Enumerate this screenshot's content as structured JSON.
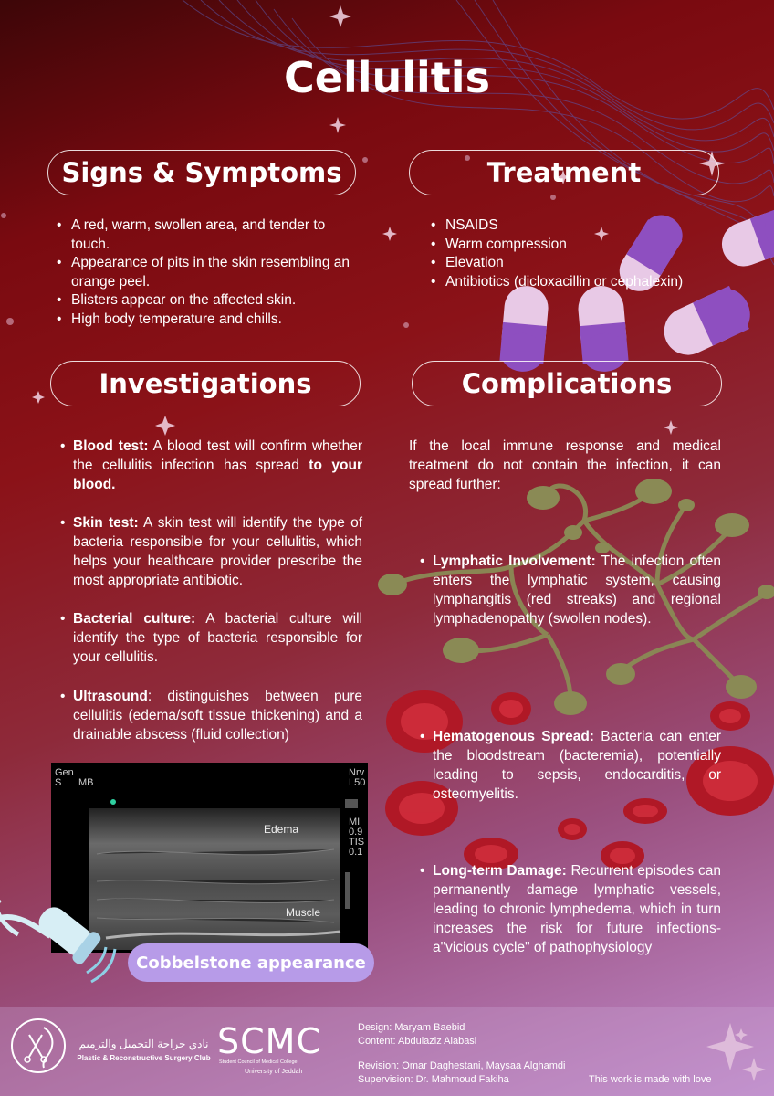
{
  "title": "Cellulitis",
  "signs": {
    "heading": "Signs & Symptoms",
    "items": [
      "A red, warm, swollen area, and tender to touch.",
      "Appearance of pits in the skin resembling an orange peel.",
      "Blisters appear on the affected skin.",
      "High body temperature and chills."
    ]
  },
  "treatment": {
    "heading": "Treatment",
    "items": [
      "NSAIDS",
      "Warm compression",
      "Elevation",
      "Antibiotics (dicloxacillin or cephalexin)"
    ]
  },
  "investigations": {
    "heading": "Investigations",
    "items": [
      {
        "label": "Blood test:",
        "text": " A blood test will confirm whether the cellulitis infection has spread ",
        "tail": "to your blood."
      },
      {
        "label": "Skin test:",
        "text": " A skin test will identify the type of bacteria responsible for your cellulitis, which helps your healthcare provider prescribe the most appropriate antibiotic."
      },
      {
        "label": "Bacterial culture:",
        "text": " A bacterial culture will identify the type of bacteria responsible for your cellulitis."
      },
      {
        "label": "Ultrasound",
        "text": ": distinguishes between pure cellulitis (edema/soft tissue thickening) and a drainable abscess (fluid collection)"
      }
    ]
  },
  "ultrasound_image": {
    "top_left": "Gen",
    "top_left2": "S",
    "mode": "MB",
    "right_labels": [
      "Nrv",
      "L50",
      "MI",
      "0.9",
      "TIS",
      "0.1"
    ],
    "edema_label": "Edema",
    "muscle_label": "Muscle",
    "caption": "Cobbelstone appearance"
  },
  "complications": {
    "heading": "Complications",
    "intro": "If the local immune response and medical treatment do not contain the infection, it can spread further:",
    "items": [
      {
        "label": "Lymphatic Involvement:",
        "text": " The infection often enters the lymphatic system, causing lymphangitis (red streaks) and regional lymphadenopathy (swollen nodes)."
      },
      {
        "label": "Hematogenous Spread:",
        "text": " Bacteria can enter the bloodstream (bacteremia), potentially leading to sepsis, endocarditis, or osteomyelitis."
      },
      {
        "label": "Long-term Damage:",
        "text": " Recurrent episodes can permanently damage lymphatic vessels, leading to chronic lymphedema, which in turn increases the risk for future infections-a\"vicious cycle\" of pathophysiology"
      }
    ]
  },
  "footer": {
    "club_arabic": "نادي جراحة التجميل والترميم",
    "club_english": "Plastic & Reconstructive Surgery Club",
    "scmc": "SCMC",
    "scmc_sub": "Student Council of Medical College",
    "scmc_univ": "University of Jeddah",
    "design": "Design: Maryam Baebid",
    "content": "Content: Abdulaziz Alabasi",
    "revision": "Revision: Omar Daghestani, Maysaa Alghamdi",
    "supervision": "Supervision: Dr. Mahmoud Fakiha",
    "love": "This work is made with love"
  },
  "colors": {
    "pill_purple": "#8e4fc0",
    "pill_light": "#e8c9e6",
    "lymph_green": "#8a8a55",
    "rbc_red": "#b01826",
    "caption_bg": "#b79be8"
  }
}
